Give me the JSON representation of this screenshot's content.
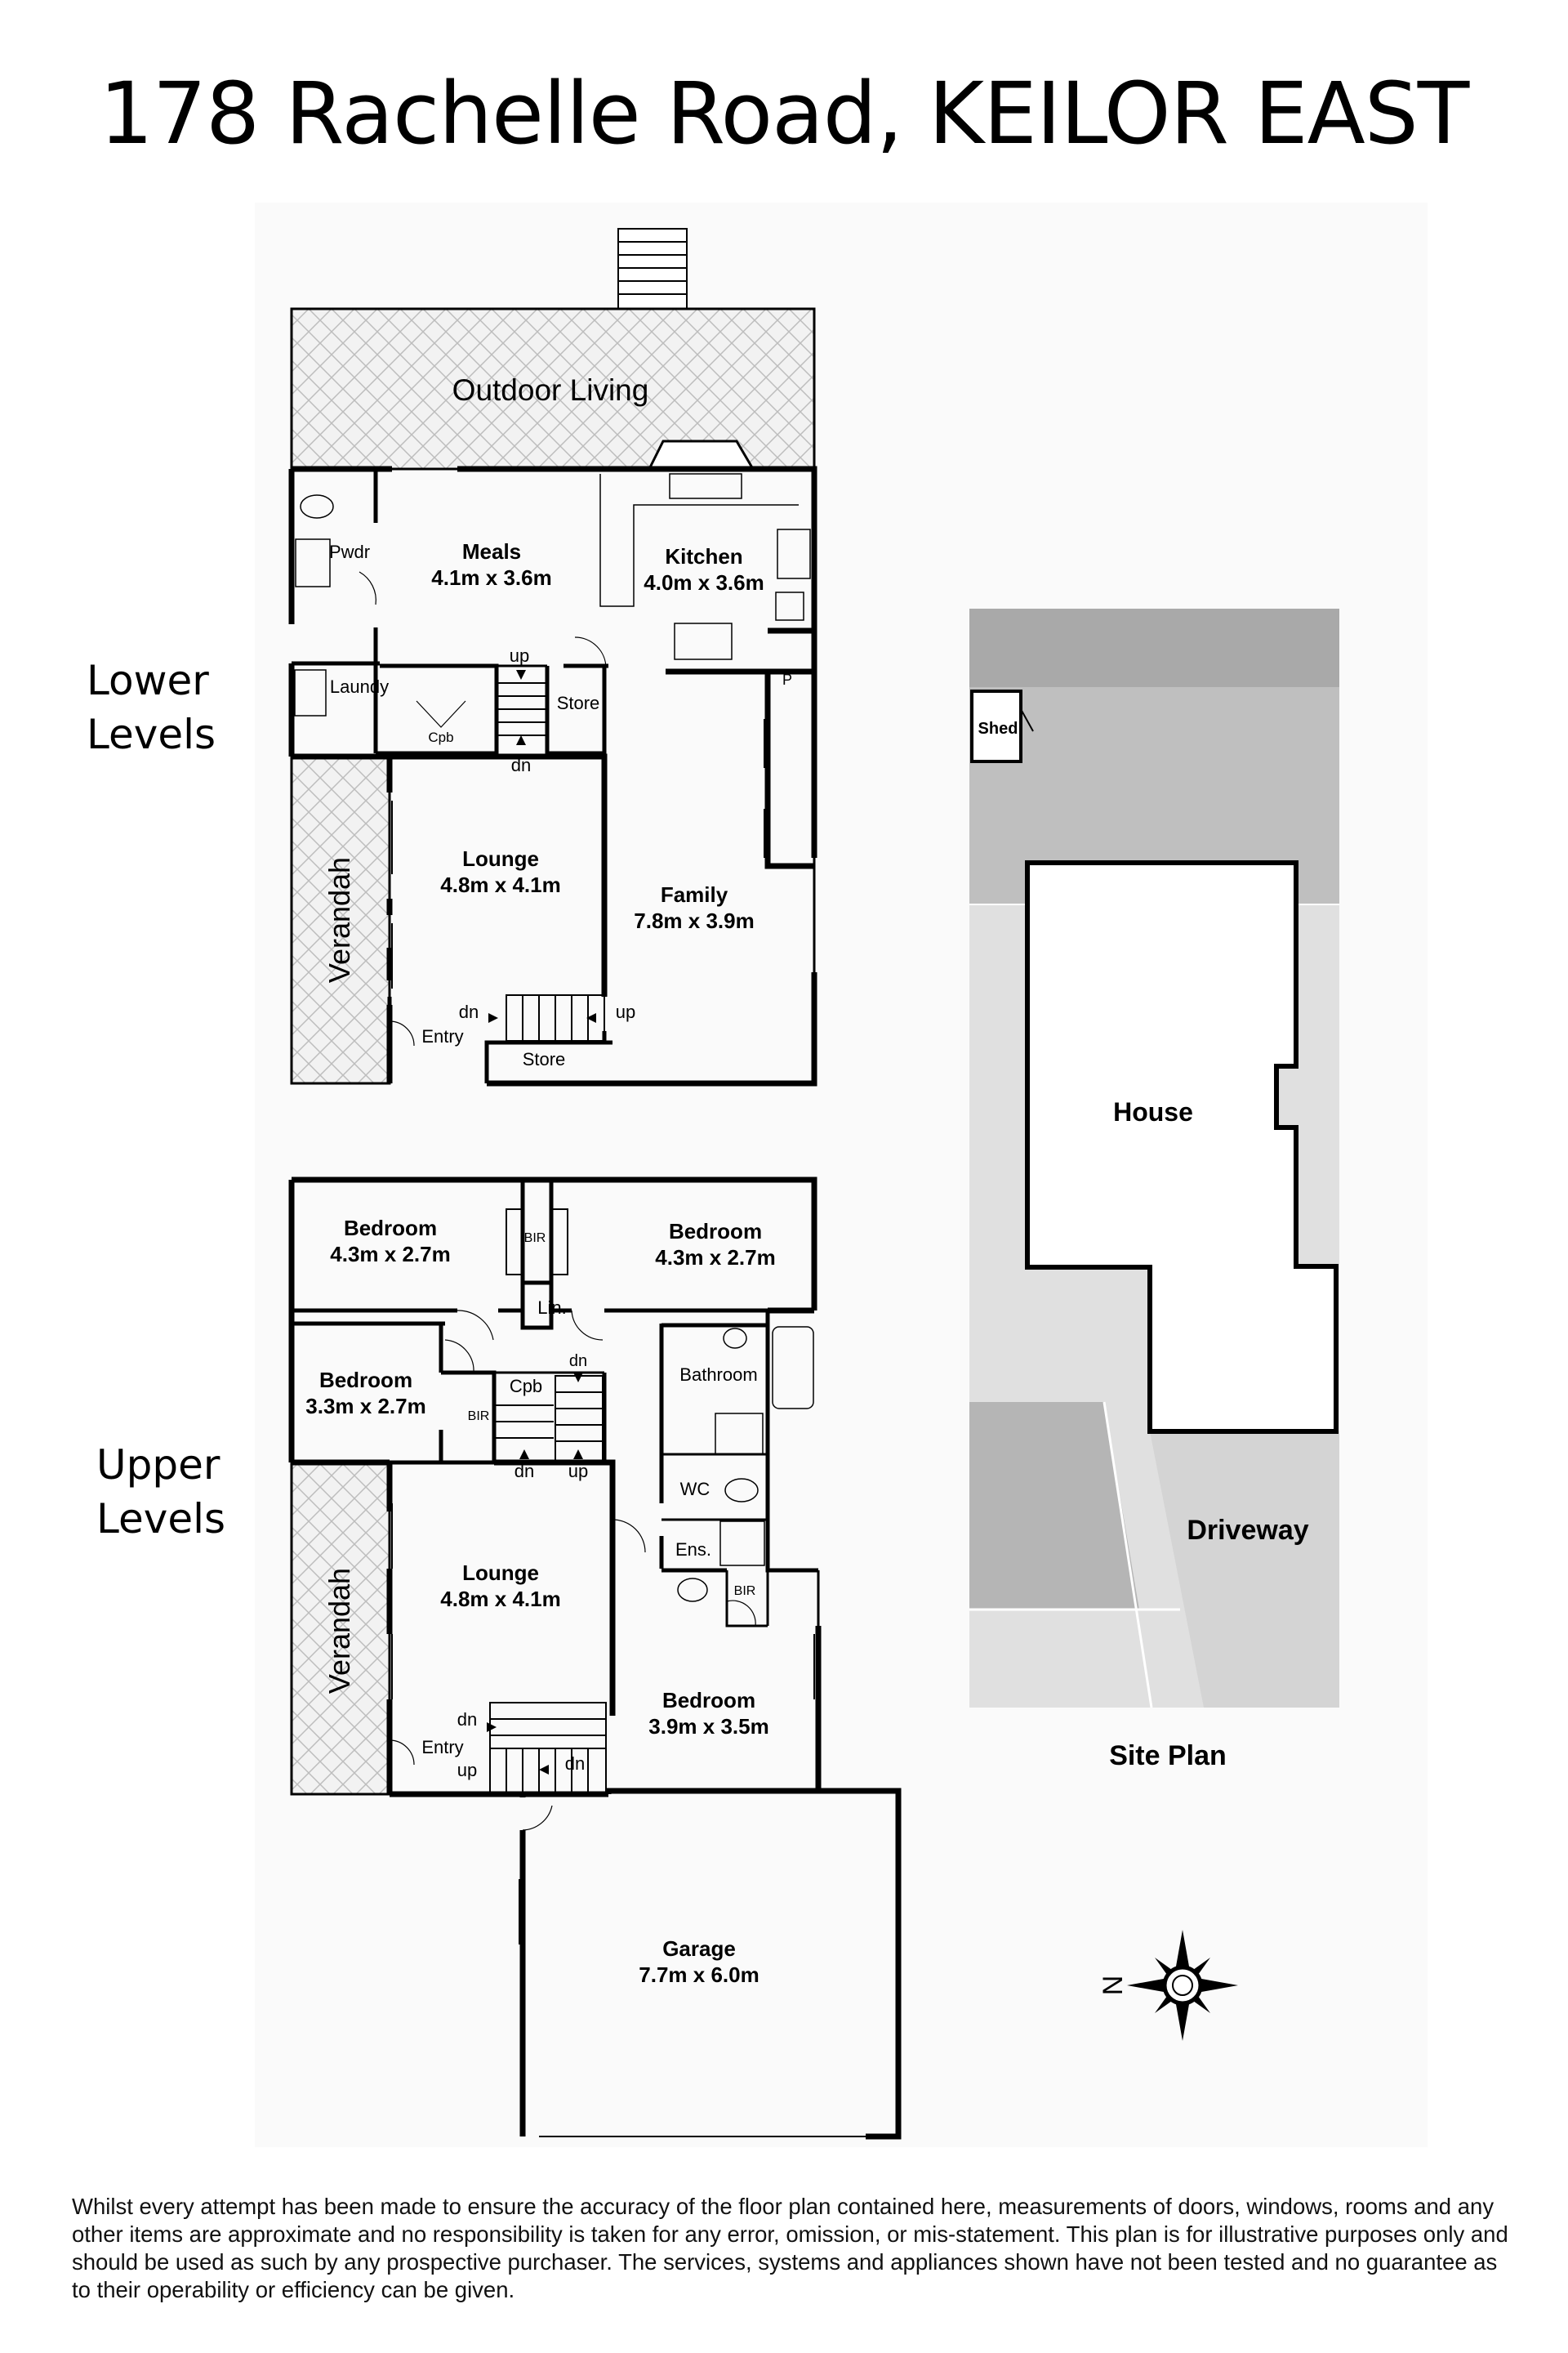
{
  "title": "178 Rachelle Road, KEILOR EAST",
  "level_labels": {
    "lower": [
      "Lower",
      "Levels"
    ],
    "upper": [
      "Upper",
      "Levels"
    ]
  },
  "lower": {
    "outdoor_living": "Outdoor Living",
    "verandah": "Verandah",
    "pwdr": "Pwdr",
    "meals": {
      "name": "Meals",
      "dims": "4.1m x 3.6m"
    },
    "kitchen": {
      "name": "Kitchen",
      "dims": "4.0m x 3.6m"
    },
    "laundy": "Laundy",
    "cpb": "Cpb",
    "up": "up",
    "dn": "dn",
    "store": "Store",
    "pantry": "P",
    "lounge": {
      "name": "Lounge",
      "dims": "4.8m x 4.1m"
    },
    "family": {
      "name": "Family",
      "dims": "7.8m x 3.9m"
    },
    "entry": "Entry",
    "store2": "Store"
  },
  "upper": {
    "bedroom1": {
      "name": "Bedroom",
      "dims": "4.3m x 2.7m"
    },
    "bedroom2": {
      "name": "Bedroom",
      "dims": "4.3m x 2.7m"
    },
    "bedroom3": {
      "name": "Bedroom",
      "dims": "3.3m x 2.7m"
    },
    "bir": "BIR",
    "lin": "Lin.",
    "cpb": "Cpb",
    "bathroom": "Bathroom",
    "wc": "WC",
    "ens": "Ens.",
    "verandah": "Verandah",
    "lounge": {
      "name": "Lounge",
      "dims": "4.8m x 4.1m"
    },
    "entry": "Entry",
    "master": {
      "name": "Bedroom",
      "dims": "3.9m x 3.5m"
    },
    "garage": {
      "name": "Garage",
      "dims": "7.7m x 6.0m"
    },
    "up": "up",
    "dn": "dn"
  },
  "site": {
    "shed": "Shed",
    "house": "House",
    "driveway": "Driveway",
    "label": "Site Plan"
  },
  "compass_letter": "N",
  "disclaimer": "Whilst every attempt has been made to ensure the accuracy of the floor plan contained here, measurements of doors, windows, rooms and any other items are approximate and no responsibility is taken for any error, omission, or mis-statement. This plan is for illustrative purposes only and should be used as such by any prospective purchaser. The services, systems and appliances shown have not been tested and no guarantee as to their operability or efficiency can be given."
}
